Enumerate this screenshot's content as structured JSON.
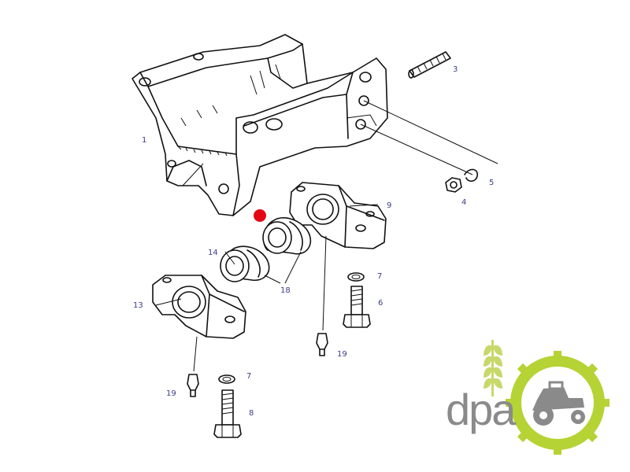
{
  "diagram": {
    "callouts": [
      {
        "id": "c1",
        "text": "1"
      },
      {
        "id": "c3",
        "text": "3"
      },
      {
        "id": "c4",
        "text": "4"
      },
      {
        "id": "c5",
        "text": "5"
      },
      {
        "id": "c6",
        "text": "6"
      },
      {
        "id": "c7a",
        "text": "7"
      },
      {
        "id": "c7b",
        "text": "7"
      },
      {
        "id": "c8",
        "text": "8"
      },
      {
        "id": "c9",
        "text": "9"
      },
      {
        "id": "c13",
        "text": "13"
      },
      {
        "id": "c14",
        "text": "14"
      },
      {
        "id": "c18",
        "text": "18"
      },
      {
        "id": "c19a",
        "text": "19"
      },
      {
        "id": "c19b",
        "text": "19"
      }
    ],
    "highlight_color": "#e30613"
  },
  "logo": {
    "text": "dpa",
    "text_color": "#8a8a8a",
    "ring_color": "#b5d334",
    "wheat_color": "#c8d86a"
  }
}
